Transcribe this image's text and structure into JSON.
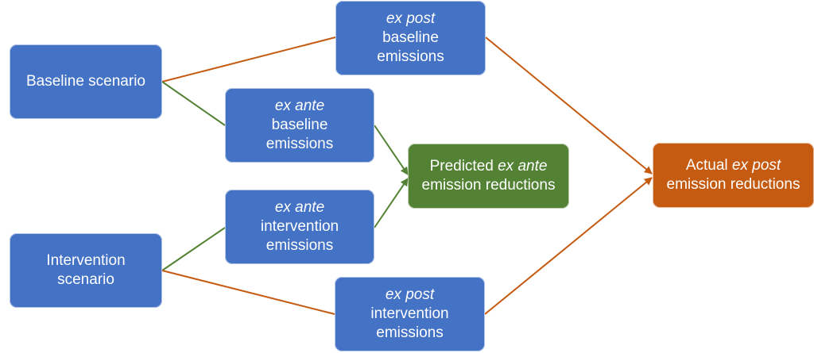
{
  "colors": {
    "blue_box": "#4472c4",
    "green_box": "#548235",
    "orange_box": "#c55a11",
    "green_arrow": "#548235",
    "orange_arrow": "#c55a11"
  },
  "nodes": {
    "baseline_scenario": {
      "line1": "Baseline scenario"
    },
    "intervention_scenario": {
      "line1": "Intervention",
      "line2": "scenario"
    },
    "expost_baseline": {
      "italic": "ex post",
      "line2": "baseline",
      "line3": "emissions"
    },
    "exante_baseline": {
      "italic": "ex ante",
      "line2": "baseline",
      "line3": "emissions"
    },
    "exante_intervention": {
      "italic": "ex ante",
      "line2": "intervention",
      "line3": "emissions"
    },
    "expost_intervention": {
      "italic": "ex post",
      "line2": "intervention",
      "line3": "emissions"
    },
    "predicted": {
      "prefix": "Predicted ",
      "italic": "ex ante",
      "line2": "emission reductions"
    },
    "actual": {
      "prefix": "Actual ",
      "italic": "ex post",
      "line2": "emission reductions"
    }
  }
}
